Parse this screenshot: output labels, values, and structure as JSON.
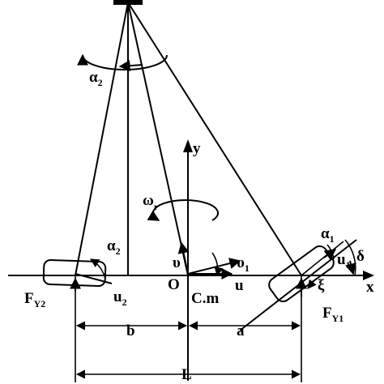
{
  "labels": {
    "alpha2_top": "α",
    "alpha2_top_sub": "2",
    "alpha2_rear": "α",
    "alpha2_rear_sub": "2",
    "alpha1": "α",
    "alpha1_sub": "1",
    "delta": "δ",
    "xi": "ξ",
    "omega_r": "ω",
    "omega_r_sub": "r",
    "y_axis": "y",
    "x_axis": "x",
    "origin": "O",
    "cm": "C.m",
    "u": "u",
    "v": "υ",
    "v1": "υ",
    "v1_sub": "1",
    "u1": "u",
    "u1_sub": "1",
    "u2": "u",
    "u2_sub": "2",
    "fy2": "F",
    "fy2_sub": "Y2",
    "fy1": "F",
    "fy1_sub": "Y1",
    "dim_b": "b",
    "dim_a": "a",
    "dim_L": "L"
  }
}
